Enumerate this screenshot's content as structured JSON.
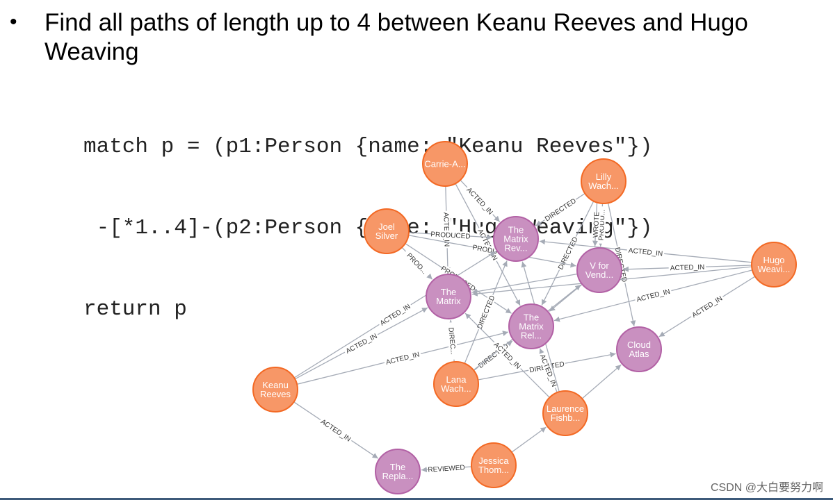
{
  "slide": {
    "bullet": "•",
    "heading": "Find all paths of length up to 4 between Keanu Reeves and Hugo Weaving",
    "code_lines": [
      "match p = (p1:Person {name: \"Keanu Reeves\"})",
      " -[*1..4]-(p2:Person {name: \"Hugo Weaving\"})",
      "return p"
    ],
    "watermark": "CSDN @大白要努力啊"
  },
  "graph": {
    "colors": {
      "person": "#f79767",
      "person_border": "#f36924",
      "movie": "#c990c0",
      "movie_border": "#b261a5",
      "edge": "#a5abb6"
    },
    "nodes": [
      {
        "id": "carrie",
        "type": "Person",
        "lines": [
          "Carrie-A..."
        ]
      },
      {
        "id": "lilly",
        "type": "Person",
        "lines": [
          "Lilly",
          "Wach..."
        ]
      },
      {
        "id": "joel",
        "type": "Person",
        "lines": [
          "Joel",
          "Silver"
        ]
      },
      {
        "id": "hugo",
        "type": "Person",
        "lines": [
          "Hugo",
          "Weavi..."
        ]
      },
      {
        "id": "keanu",
        "type": "Person",
        "lines": [
          "Keanu",
          "Reeves"
        ]
      },
      {
        "id": "lana",
        "type": "Person",
        "lines": [
          "Lana",
          "Wach..."
        ]
      },
      {
        "id": "laurence",
        "type": "Person",
        "lines": [
          "Laurence",
          "Fishb..."
        ]
      },
      {
        "id": "jessica",
        "type": "Person",
        "lines": [
          "Jessica",
          "Thom..."
        ]
      },
      {
        "id": "revolutions",
        "type": "Movie",
        "lines": [
          "The",
          "Matrix",
          "Rev..."
        ]
      },
      {
        "id": "matrix",
        "type": "Movie",
        "lines": [
          "The",
          "Matrix"
        ]
      },
      {
        "id": "vendetta",
        "type": "Movie",
        "lines": [
          "V for",
          "Vend..."
        ]
      },
      {
        "id": "reloaded",
        "type": "Movie",
        "lines": [
          "The",
          "Matrix",
          "Rel..."
        ]
      },
      {
        "id": "cloud",
        "type": "Movie",
        "lines": [
          "Cloud",
          "Atlas"
        ]
      },
      {
        "id": "replacements",
        "type": "Movie",
        "lines": [
          "The",
          "Repla..."
        ]
      }
    ],
    "edges": [
      {
        "from": "carrie",
        "to": "revolutions",
        "label": "ACTED_IN"
      },
      {
        "from": "carrie",
        "to": "matrix",
        "label": "ACTED_IN"
      },
      {
        "from": "carrie",
        "to": "reloaded",
        "label": "ACTED_IN"
      },
      {
        "from": "lilly",
        "to": "revolutions",
        "label": "DIRECTED"
      },
      {
        "from": "lilly",
        "to": "reloaded",
        "label": "DIRECTED"
      },
      {
        "from": "lilly",
        "to": "vendetta",
        "label": "PRODU..."
      },
      {
        "from": "lilly",
        "to": "vendetta",
        "label": "WROTE"
      },
      {
        "from": "lilly",
        "to": "cloud",
        "label": "DIRECTED"
      },
      {
        "from": "joel",
        "to": "revolutions",
        "label": "PRODUCED"
      },
      {
        "from": "joel",
        "to": "vendetta",
        "label": "PRODUCED"
      },
      {
        "from": "joel",
        "to": "matrix",
        "label": "PROD..."
      },
      {
        "from": "joel",
        "to": "reloaded",
        "label": "PRODUCED"
      },
      {
        "from": "hugo",
        "to": "revolutions",
        "label": "ACTED_IN"
      },
      {
        "from": "hugo",
        "to": "vendetta",
        "label": "ACTED_IN"
      },
      {
        "from": "hugo",
        "to": "reloaded",
        "label": "ACTED_IN"
      },
      {
        "from": "hugo",
        "to": "cloud",
        "label": "ACTED_IN"
      },
      {
        "from": "hugo",
        "to": "matrix",
        "label": ""
      },
      {
        "from": "keanu",
        "to": "matrix",
        "label": "ACTED_IN"
      },
      {
        "from": "keanu",
        "to": "revolutions",
        "label": "ACTED_IN"
      },
      {
        "from": "keanu",
        "to": "reloaded",
        "label": "ACTED_IN"
      },
      {
        "from": "keanu",
        "to": "replacements",
        "label": "ACTED_IN"
      },
      {
        "from": "lana",
        "to": "matrix",
        "label": "DIREC..."
      },
      {
        "from": "lana",
        "to": "revolutions",
        "label": "DIRECTED"
      },
      {
        "from": "lana",
        "to": "reloaded",
        "label": "DIRECTED"
      },
      {
        "from": "lana",
        "to": "vendetta",
        "label": ""
      },
      {
        "from": "lana",
        "to": "cloud",
        "label": "DIRECTED"
      },
      {
        "from": "laurence",
        "to": "matrix",
        "label": "ACTED_IN"
      },
      {
        "from": "laurence",
        "to": "reloaded",
        "label": "ACTED_IN"
      },
      {
        "from": "laurence",
        "to": "revolutions",
        "label": ""
      },
      {
        "from": "laurence",
        "to": "cloud",
        "label": ""
      },
      {
        "from": "jessica",
        "to": "replacements",
        "label": "REVIEWED"
      },
      {
        "from": "jessica",
        "to": "laurence",
        "label": ""
      },
      {
        "from": "vendetta",
        "to": "matrix",
        "label": ""
      },
      {
        "from": "vendetta",
        "to": "reloaded",
        "label": ""
      }
    ]
  }
}
